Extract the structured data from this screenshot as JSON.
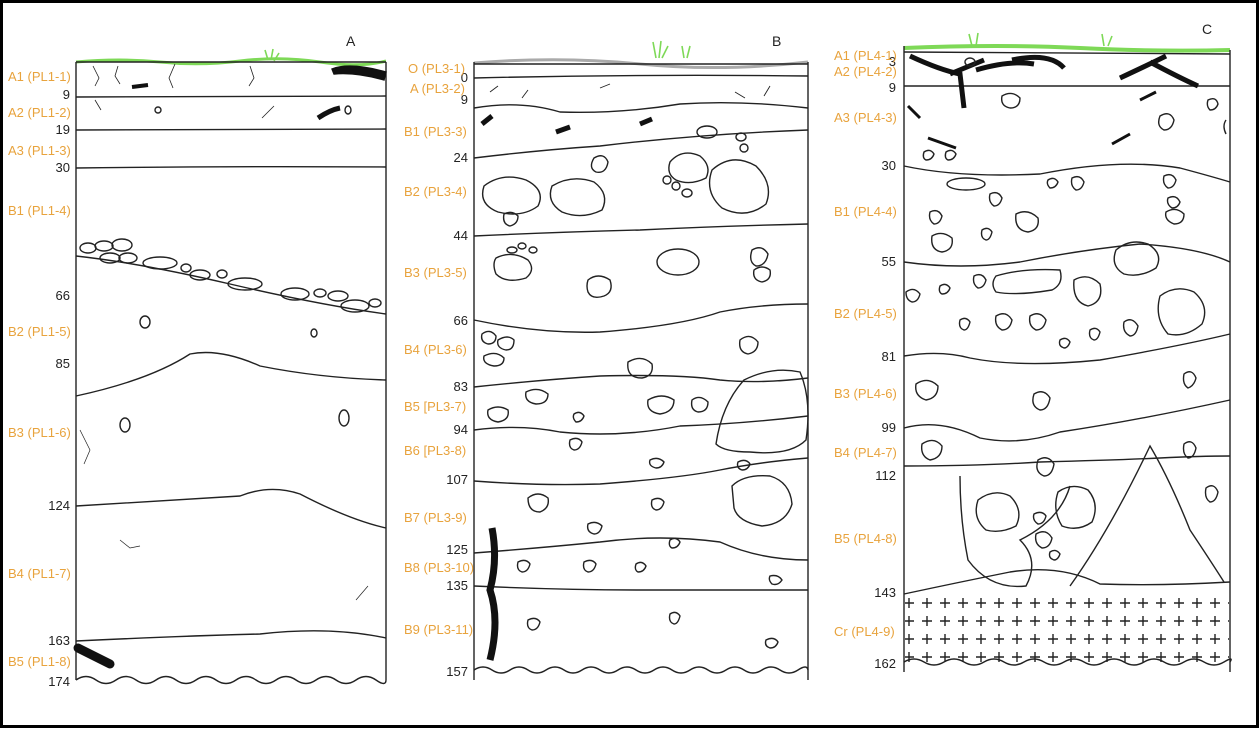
{
  "colors": {
    "horizon_label": "#E8A33D",
    "depth_label": "#222222",
    "line": "#222222",
    "grass": "#7ED957",
    "border": "#000000",
    "rock": "#111111"
  },
  "profiles": [
    {
      "id": "A",
      "title": "A",
      "depth_labels": [
        "9",
        "19",
        "30",
        "66",
        "85",
        "124",
        "163",
        "174"
      ],
      "horizons": [
        "A1 (PL1-1)",
        "A2 (PL1-2)",
        "A3 (PL1-3)",
        "B1 (PL1-4)",
        "B2 (PL1-5)",
        "B3 (PL1-6)",
        "B4 (PL1-7)",
        "B5 (PL1-8)"
      ]
    },
    {
      "id": "B",
      "title": "B",
      "depth_labels": [
        "0",
        "9",
        "24",
        "44",
        "66",
        "83",
        "94",
        "107",
        "125",
        "135",
        "157"
      ],
      "horizons": [
        "O (PL3-1)",
        "A (PL3-2)",
        "B1 (PL3-3)",
        "B2 (PL3-4)",
        "B3 (PL3-5)",
        "B4 (PL3-6)",
        "B5 [PL3-7)",
        "B6 [PL3-8)",
        "B7 (PL3-9)",
        "B8 (PL3-10)",
        "B9 (PL3-11)"
      ]
    },
    {
      "id": "C",
      "title": "C",
      "depth_labels": [
        "3",
        "9",
        "30",
        "55",
        "81",
        "99",
        "112",
        "143",
        "162"
      ],
      "horizons": [
        "A1 (PL4-1)",
        "A2 (PL4-2)",
        "A3 (PL4-3)",
        "B1 (PL4-4)",
        "B2 (PL4-5)",
        "B3 (PL4-6)",
        "B4 (PL4-7)",
        "B5 (PL4-8)",
        "Cr (PL4-9)"
      ]
    }
  ]
}
